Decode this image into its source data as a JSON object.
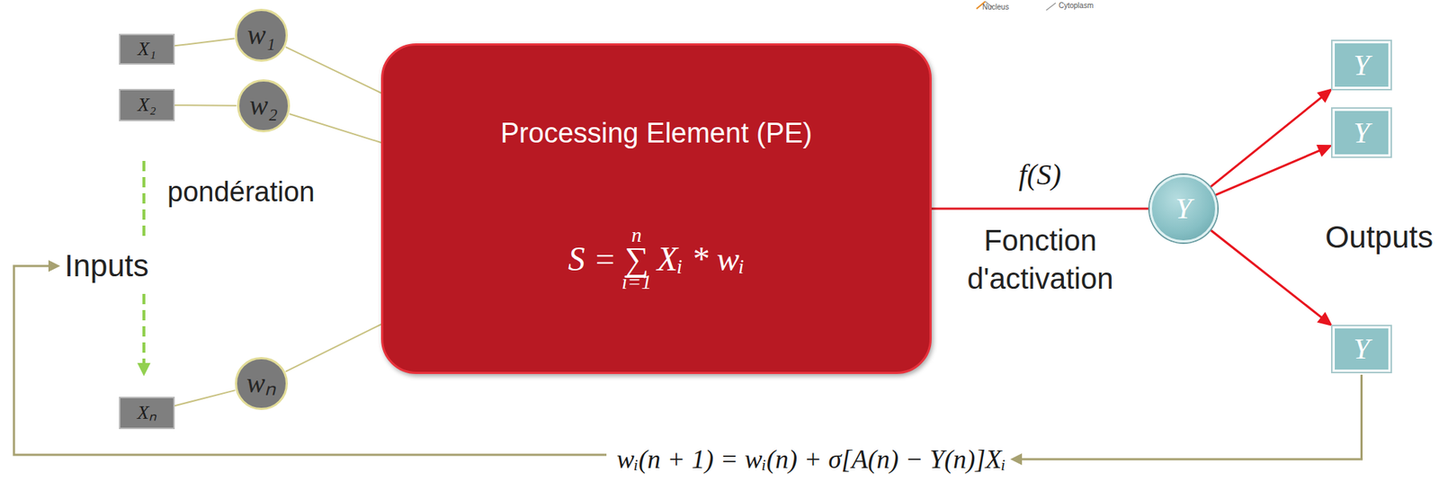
{
  "diagram": {
    "nodes": [
      {
        "text": [
          "X₁"
        ]
      },
      {
        "text": [
          "X₂"
        ]
      },
      {
        "text": [
          "Xₙ"
        ]
      },
      {
        "text": [
          "w₁"
        ]
      },
      {
        "text": [
          "w₂"
        ]
      },
      {
        "text": [
          "wₙ"
        ]
      },
      {
        "text": [
          "Processing Element (PE)",
          "n",
          "S = ∑ Xᵢ * wᵢ",
          "i=1"
        ]
      },
      {
        "text": [
          "Y"
        ]
      },
      {
        "text": [
          "Y"
        ]
      },
      {
        "text": [
          "Y"
        ]
      },
      {
        "text": [
          "Y"
        ]
      }
    ],
    "edges": [
      {
        "from": 0,
        "to": 3,
        "arrow": "none"
      },
      {
        "from": 1,
        "to": 4,
        "arrow": "none"
      },
      {
        "from": 2,
        "to": 5,
        "arrow": "none"
      },
      {
        "from": 3,
        "to": 6,
        "arrow": "none"
      },
      {
        "from": 4,
        "to": 6,
        "arrow": "none"
      },
      {
        "from": 5,
        "to": 6,
        "arrow": "none"
      },
      {
        "from": 6,
        "to": 7,
        "arrow": "none",
        "label": "f(S)"
      },
      {
        "from": 7,
        "to": 8,
        "arrow": "to"
      },
      {
        "from": 7,
        "to": 9,
        "arrow": "to"
      },
      {
        "from": 7,
        "to": 10,
        "arrow": "to"
      }
    ],
    "labels": [
      "Nucleus",
      "Cytoplasm",
      "pondération",
      "Inputs",
      "Fonction d'activation",
      "Outputs",
      "wᵢ(n + 1) = wᵢ(n) + σ[A(n) − Y(n)]Xᵢ"
    ]
  }
}
